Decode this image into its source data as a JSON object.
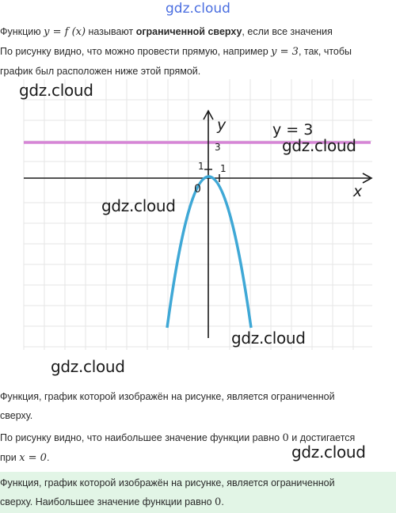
{
  "site_logo": "gdz.cloud",
  "watermark": "gdz.cloud",
  "paragraph1": {
    "t1": "Функцию ",
    "func": "y = f (x)",
    "t2": " называют ",
    "bold": "ограниченной сверху",
    "t3": ", если все значения"
  },
  "paragraph2": {
    "t1": "По рисунку видно, что можно провести прямую, например ",
    "eq": "y = 3",
    "t2": ", так, чтобы",
    "t3": "график был расположен ниже этой прямой."
  },
  "graph": {
    "y_axis_label": "y",
    "x_axis_label": "x",
    "line_label": "y = 3",
    "tick_y3": "3",
    "tick_y1": "1",
    "tick_x1": "1",
    "origin": "0",
    "colors": {
      "line": "#d685d6",
      "parabola": "#3fa8d6",
      "axes": "#1a1a1a",
      "grid": "#e6e6e6"
    }
  },
  "paragraph3": {
    "t1": "Функция, график которой изображён на рисунке, является ограниченной",
    "t2": "сверху."
  },
  "paragraph4": {
    "t1": "По рисунку видно, что наибольшее значение функции равно ",
    "zero": "0",
    "t2": " и достигается",
    "t3": "при ",
    "eq": "x = 0",
    "t4": "."
  },
  "answer": {
    "t1": "Функция, график которой изображён на рисунке, является ограниченной",
    "t2": "сверху. Наибольшее значение функции равно ",
    "zero": "0",
    "t3": "."
  }
}
